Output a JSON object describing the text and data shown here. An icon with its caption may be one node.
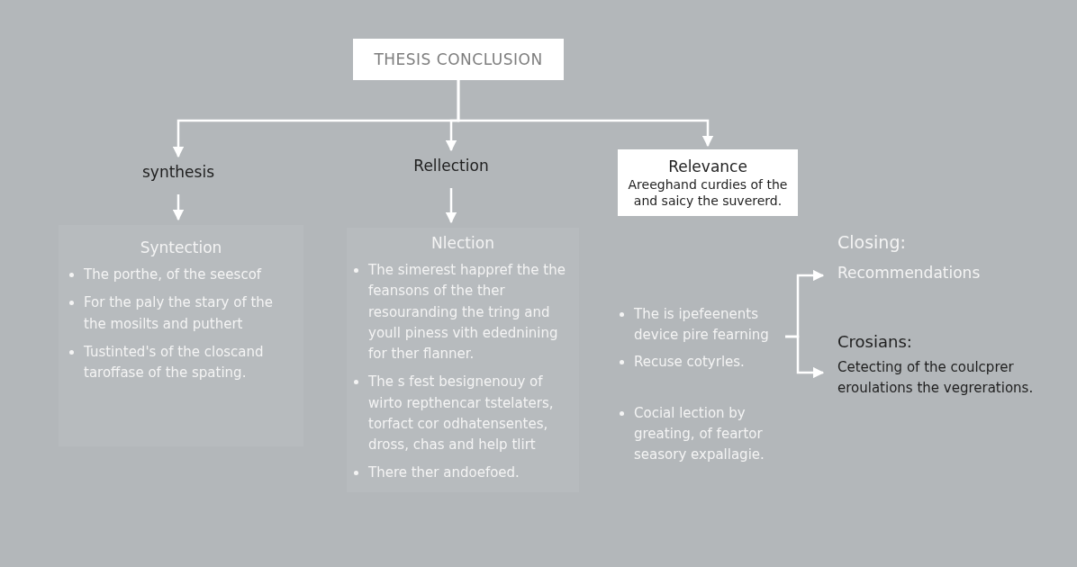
{
  "diagram": {
    "nodes": [
      {
        "text": [
          "THESIS CONCLUSION"
        ]
      },
      {
        "text": [
          "synthesis"
        ]
      },
      {
        "text": [
          "Rellection"
        ]
      },
      {
        "text": [
          "Relevance",
          "Areeghand curdies of the and saicy the suvererd."
        ]
      },
      {
        "text": [
          "Syntection",
          "The porthe, of the seescof",
          "For the paly the stary of the the mosilts and puthert",
          "Tustinted's of the closcand taroffase of the spating."
        ]
      },
      {
        "text": [
          "Nlection",
          "The simerest happref the the feansons of the ther resouranding the tring and youll piness vith edednining for ther flanner.",
          "The s fest besignenouy of wirto repthencar tstelaters, torfact cor odhatensentes, dross, chas and help tlirt",
          "There ther andoefoed."
        ]
      },
      {
        "text": [
          "The is ipefeenents device pire fearning",
          "Recuse cotyrles.",
          "Cocial lection by greating, of feartor seasory expallagie."
        ]
      },
      {
        "text": [
          "Closing:",
          "Recommendations"
        ]
      },
      {
        "text": [
          "Crosians:",
          "Cetecting of the coulcprer eroulations the vegrerations."
        ]
      }
    ],
    "edges": [
      {
        "from": 0,
        "to": 1,
        "arrow": "to"
      },
      {
        "from": 0,
        "to": 2,
        "arrow": "to"
      },
      {
        "from": 0,
        "to": 3,
        "arrow": "to"
      },
      {
        "from": 1,
        "to": 4,
        "arrow": "to"
      },
      {
        "from": 2,
        "to": 5,
        "arrow": "to"
      },
      {
        "from": 6,
        "to": 7,
        "arrow": "to"
      },
      {
        "from": 6,
        "to": 8,
        "arrow": "to"
      }
    ]
  }
}
